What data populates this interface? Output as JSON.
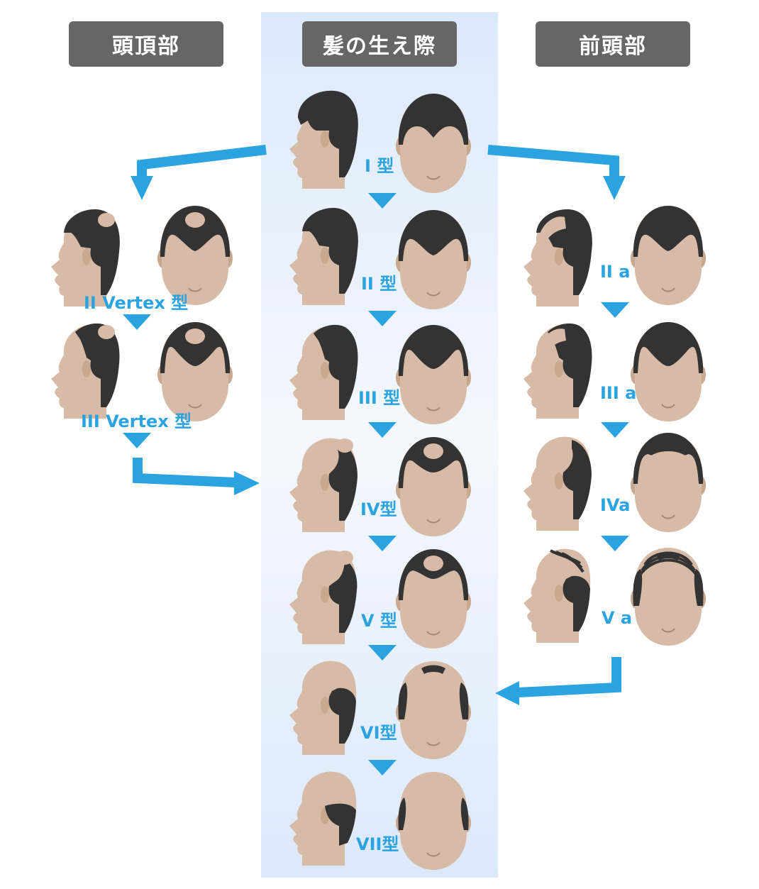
{
  "headers": {
    "crown": "頭頂部",
    "hairline": "髪の生え際",
    "front": "前頭部"
  },
  "labels": {
    "type1": "I 型",
    "type2": "II 型",
    "type3": "III 型",
    "type4": "IV型",
    "type5": "V 型",
    "type6": "VI型",
    "type7": "VII型",
    "type2_vertex": "II Vertex 型",
    "type3_vertex": "III Vertex 型",
    "type2a": "II a",
    "type3a": "III a",
    "type4a": "IVa",
    "type5a": "V a"
  },
  "colors": {
    "hair": "#333333",
    "skin": "#d7bba6",
    "accent": "#2aa3e0",
    "header_bg": "#666666",
    "column_bg": "#dce9fb"
  }
}
